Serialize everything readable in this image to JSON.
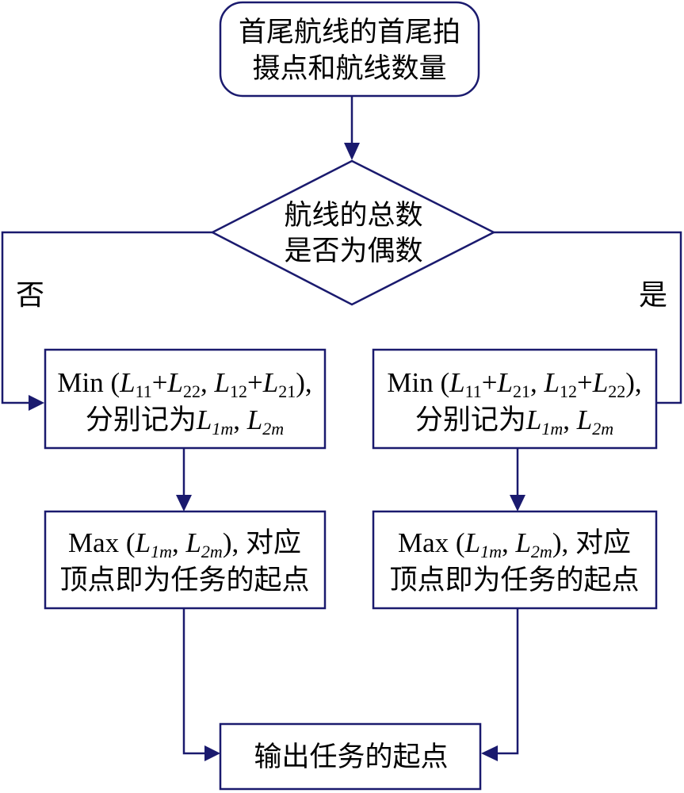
{
  "start": {
    "line1": "首尾航线的首尾拍",
    "line2": "摄点和航线数量"
  },
  "decision": {
    "line1": "航线的总数",
    "line2": "是否为偶数"
  },
  "branch_no_label": "否",
  "branch_yes_label": "是",
  "left_min": {
    "prefix": "Min (",
    "l": "L",
    "sub_a1": "11",
    "plus": "+",
    "sub_a2": "22",
    "comma": ", ",
    "sub_b1": "12",
    "sub_b2": "21",
    "suffix": "),",
    "line2_text": "分别记为",
    "sub_m1": "1m",
    "sub_m2": "2m"
  },
  "right_min": {
    "prefix": "Min (",
    "l": "L",
    "sub_a1": "11",
    "plus": "+",
    "sub_a2": "21",
    "comma": ", ",
    "sub_b1": "12",
    "sub_b2": "22",
    "suffix": "),",
    "line2_text": "分别记为",
    "sub_m1": "1m",
    "sub_m2": "2m"
  },
  "left_max": {
    "prefix": "Max (",
    "l": "L",
    "sub_m1": "1m",
    "comma": ", ",
    "sub_m2": "2m",
    "suffix": "), 对应",
    "line2": "顶点即为任务的起点"
  },
  "right_max": {
    "prefix": "Max (",
    "l": "L",
    "sub_m1": "1m",
    "comma": ", ",
    "sub_m2": "2m",
    "suffix": "), 对应",
    "line2": "顶点即为任务的起点"
  },
  "output": {
    "text": "输出任务的起点"
  },
  "colors": {
    "stroke": "#1a1a6e",
    "text": "#000000",
    "background": "#ffffff"
  }
}
